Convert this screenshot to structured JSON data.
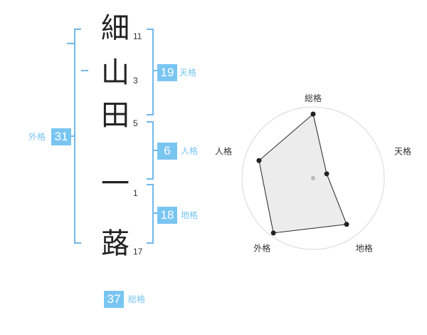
{
  "characters": [
    {
      "char": "細",
      "strokes": "11"
    },
    {
      "char": "山",
      "strokes": "3"
    },
    {
      "char": "田",
      "strokes": "5"
    },
    {
      "char": "一",
      "strokes": "1"
    },
    {
      "char": "蕗",
      "strokes": "17"
    }
  ],
  "fortunes": {
    "tenkaku": {
      "value": "19",
      "label": "天格"
    },
    "jinkaku": {
      "value": "6",
      "label": "人格"
    },
    "chikaku": {
      "value": "18",
      "label": "地格"
    },
    "gaikaku": {
      "value": "31",
      "label": "外格"
    },
    "soukaku": {
      "value": "37",
      "label": "総格"
    }
  },
  "colors": {
    "accent": "#79c5f2",
    "bracket": "#6fb8ea"
  },
  "chart_data": {
    "type": "radar",
    "axes": [
      "総格",
      "天格",
      "地格",
      "外格",
      "人格"
    ],
    "values": [
      0.9,
      0.2,
      0.8,
      0.95,
      0.8
    ],
    "rings": 5,
    "range": [
      0,
      1
    ]
  }
}
